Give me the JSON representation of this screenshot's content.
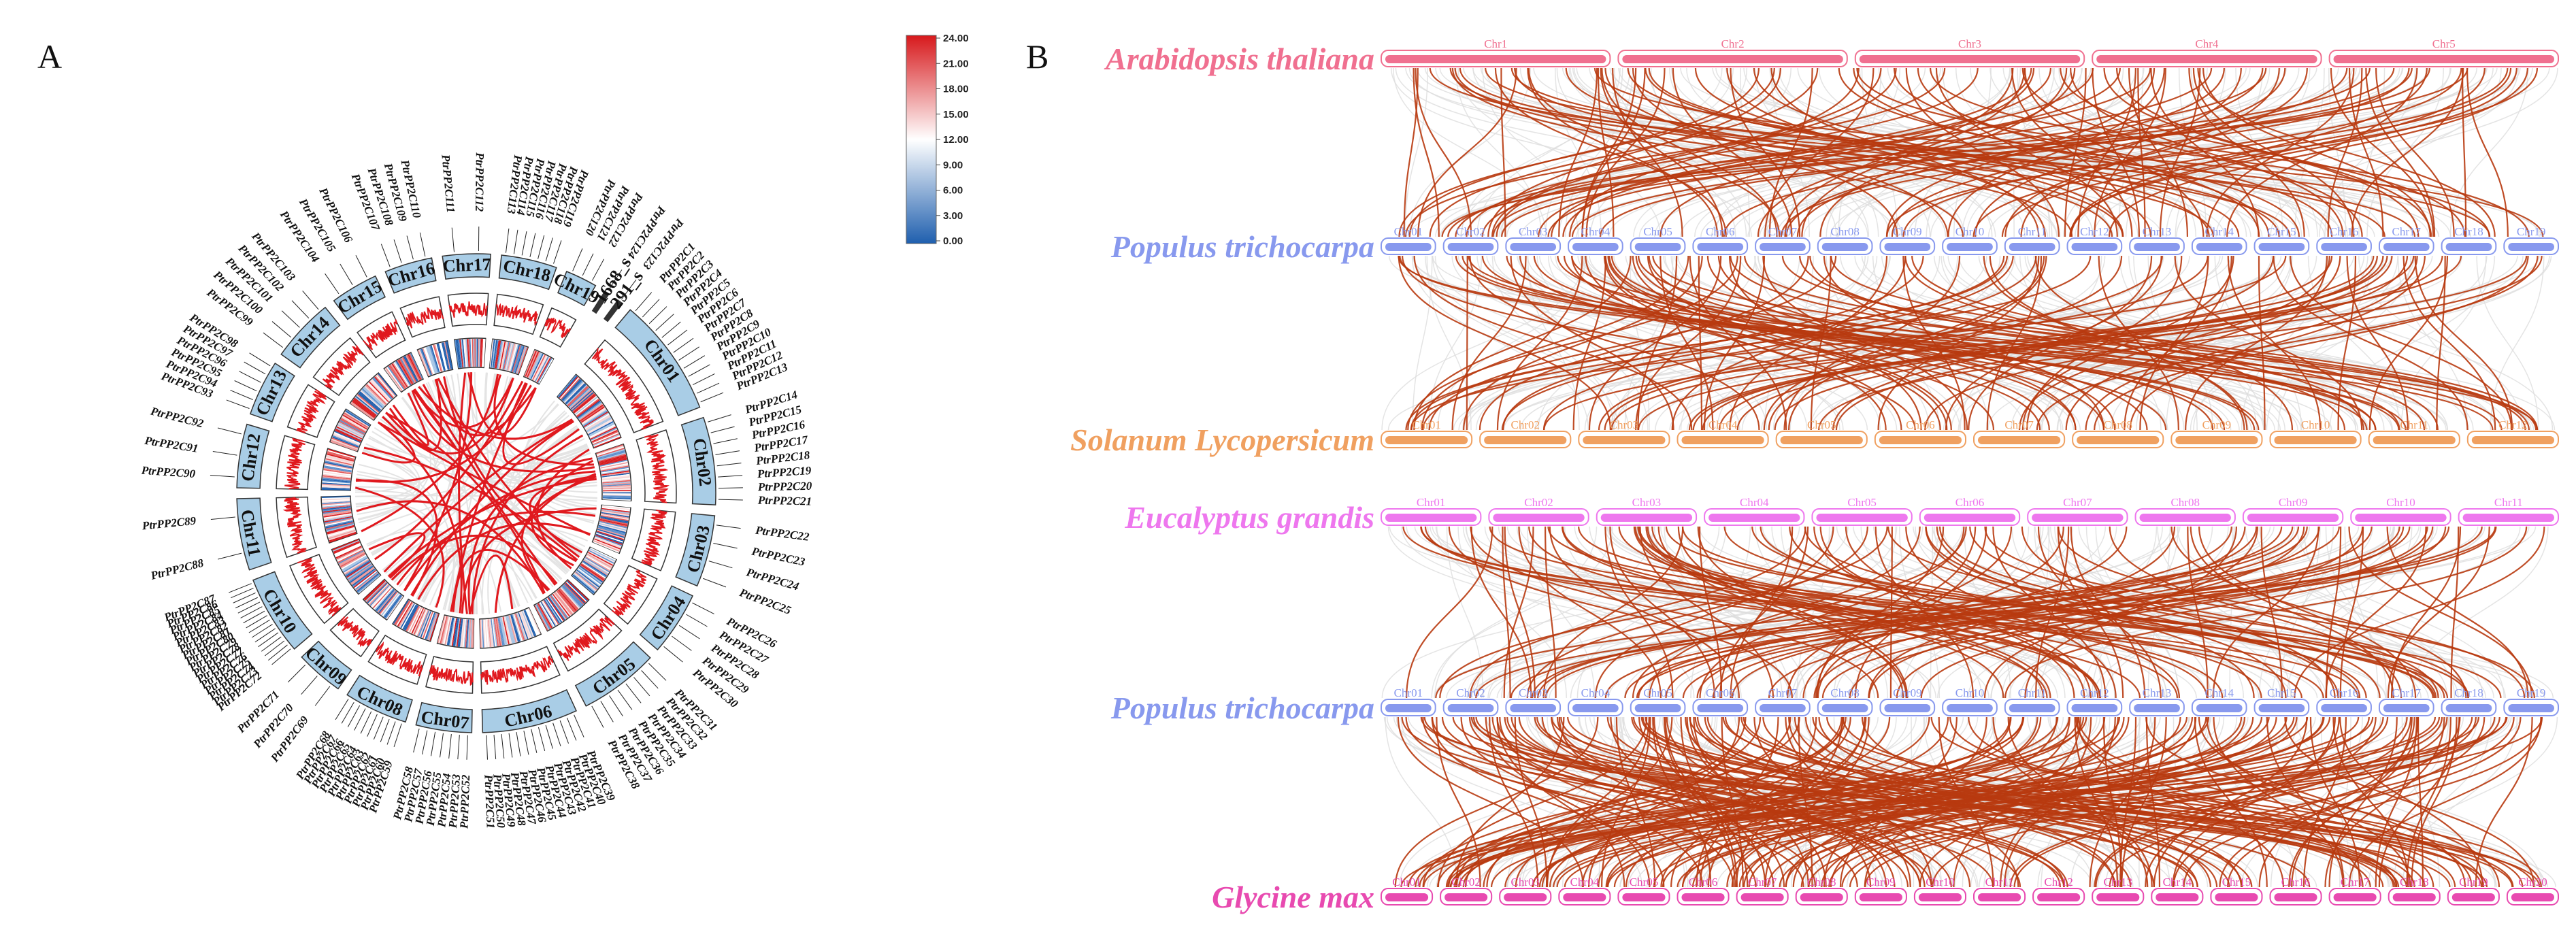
{
  "panel_a": {
    "letter": "A",
    "colorbar_ticks": [
      "24.00",
      "21.00",
      "18.00",
      "15.00",
      "12.00",
      "9.00",
      "6.00",
      "3.00",
      "0.00"
    ],
    "chromosomes": [
      {
        "name": "Chr01",
        "genes": [
          "PtrPP2C1",
          "PtrPP2C2",
          "PtrPP2C3",
          "PtrPP2C4",
          "PtrPP2C5",
          "PtrPP2C6",
          "PtrPP2C7",
          "PtrPP2C8",
          "PtrPP2C9",
          "PtrPP2C10",
          "PtrPP2C11",
          "PtrPP2C12",
          "PtrPP2C13"
        ]
      },
      {
        "name": "Chr02",
        "genes": [
          "PtrPP2C14",
          "PtrPP2C15",
          "PtrPP2C16",
          "PtrPP2C17",
          "PtrPP2C18",
          "PtrPP2C19",
          "PtrPP2C20",
          "PtrPP2C21"
        ]
      },
      {
        "name": "Chr03",
        "genes": [
          "PtrPP2C22",
          "PtrPP2C23",
          "PtrPP2C24",
          "PtrPP2C25"
        ]
      },
      {
        "name": "Chr04",
        "genes": [
          "PtrPP2C26",
          "PtrPP2C27",
          "PtrPP2C28",
          "PtrPP2C29",
          "PtrPP2C30"
        ]
      },
      {
        "name": "Chr05",
        "genes": [
          "PtrPP2C31",
          "PtrPP2C32",
          "PtrPP2C33",
          "PtrPP2C34",
          "PtrPP2C35",
          "PtrPP2C36",
          "PtrPP2C37",
          "PtrPP2C38"
        ]
      },
      {
        "name": "Chr06",
        "genes": [
          "PtrPP2C39",
          "PtrPP2C40",
          "PtrPP2C41",
          "PtrPP2C42",
          "PtrPP2C43",
          "PtrPP2C44",
          "PtrPP2C45",
          "PtrPP2C46",
          "PtrPP2C47",
          "PtrPP2C48",
          "PtrPP2C49",
          "PtrPP2C50",
          "PtrPP2C51"
        ]
      },
      {
        "name": "Chr07",
        "genes": [
          "PtrPP2C52",
          "PtrPP2C53",
          "PtrPP2C54",
          "PtrPP2C55",
          "PtrPP2C56",
          "PtrPP2C57",
          "PtrPP2C58"
        ]
      },
      {
        "name": "Chr08",
        "genes": [
          "PtrPP2C59",
          "PtrPP2C60",
          "PtrPP2C61",
          "PtrPP2C62",
          "PtrPP2C63",
          "PtrPP2C64",
          "PtrPP2C65",
          "PtrPP2C66",
          "PtrPP2C67",
          "PtrPP2C68"
        ]
      },
      {
        "name": "Chr09",
        "genes": [
          "PtrPP2C69",
          "PtrPP2C70",
          "PtrPP2C71"
        ]
      },
      {
        "name": "Chr10",
        "genes": [
          "PtrPP2C72",
          "PtrPP2C73",
          "PtrPP2C74",
          "PtrPP2C75",
          "PtrPP2C76",
          "PtrPP2C77",
          "PtrPP2C78",
          "PtrPP2C79",
          "PtrPP2C80",
          "PtrPP2C81",
          "PtrPP2C82",
          "PtrPP2C83",
          "PtrPP2C84",
          "PtrPP2C85",
          "PtrPP2C86",
          "PtrPP2C87"
        ]
      },
      {
        "name": "Chr11",
        "genes": [
          "PtrPP2C88",
          "PtrPP2C89"
        ]
      },
      {
        "name": "Chr12",
        "genes": [
          "PtrPP2C90",
          "PtrPP2C91",
          "PtrPP2C92"
        ]
      },
      {
        "name": "Chr13",
        "genes": [
          "PtrPP2C93",
          "PtrPP2C94",
          "PtrPP2C95",
          "PtrPP2C96",
          "PtrPP2C97",
          "PtrPP2C98"
        ]
      },
      {
        "name": "Chr14",
        "genes": [
          "PtrPP2C99",
          "PtrPP2C100",
          "PtrPP2C101",
          "PtrPP2C102",
          "PtrPP2C103"
        ]
      },
      {
        "name": "Chr15",
        "genes": [
          "PtrPP2C104",
          "PtrPP2C105",
          "PtrPP2C106"
        ]
      },
      {
        "name": "Chr16",
        "genes": [
          "PtrPP2C107",
          "PtrPP2C108",
          "PtrPP2C109",
          "PtrPP2C110"
        ]
      },
      {
        "name": "Chr17",
        "genes": [
          "PtrPP2C111",
          "PtrPP2C112"
        ]
      },
      {
        "name": "Chr18",
        "genes": [
          "PtrPP2C113",
          "PtrPP2C114",
          "PtrPP2C115",
          "PtrPP2C116",
          "PtrPP2C117",
          "PtrPP2C118",
          "PtrPP2C119"
        ]
      },
      {
        "name": "Chr19",
        "genes": [
          "PtrPP2C120",
          "PtrPP2C121",
          "PtrPP2C122"
        ]
      },
      {
        "name": "scaffold_1668",
        "genes": [
          "PtrPP2C124"
        ]
      },
      {
        "name": "scaffold_291",
        "genes": [
          "PtrPP2C123"
        ]
      }
    ],
    "scaffold_labels": [
      "1668_s",
      "291_s"
    ]
  },
  "panel_b": {
    "letter": "B",
    "top_block": [
      {
        "species": "Arabidopsis thaliana",
        "color": "#f07090",
        "chroms": [
          "Chr1",
          "Chr2",
          "Chr3",
          "Chr4",
          "Chr5"
        ]
      },
      {
        "species": "Populus trichocarpa",
        "color": "#8899ee",
        "chroms": [
          "Chr01",
          "Chr02",
          "Chr03",
          "Chr04",
          "Chr05",
          "Chr06",
          "Chr07",
          "Chr08",
          "Chr09",
          "Chr10",
          "Chr11",
          "Chr12",
          "Chr13",
          "Chr14",
          "Chr15",
          "Chr16",
          "Chr17",
          "Chr18",
          "Chr19"
        ]
      },
      {
        "species": "Solanum Lycopersicum",
        "color": "#f0a060",
        "chroms": [
          "Chr01",
          "Chr02",
          "Chr03",
          "Chr04",
          "Chr05",
          "Chr06",
          "Chr07",
          "Chr08",
          "Chr09",
          "Chr10",
          "Chr11",
          "Chr12"
        ]
      }
    ],
    "bottom_block": [
      {
        "species": "Eucalyptus grandis",
        "color": "#ee77ee",
        "chroms": [
          "Chr01",
          "Chr02",
          "Chr03",
          "Chr04",
          "Chr05",
          "Chr06",
          "Chr07",
          "Chr08",
          "Chr09",
          "Chr10",
          "Chr11"
        ]
      },
      {
        "species": "Populus trichocarpa",
        "color": "#8899ee",
        "chroms": [
          "Chr01",
          "Chr02",
          "Chr03",
          "Chr04",
          "Chr05",
          "Chr06",
          "Chr07",
          "Chr08",
          "Chr09",
          "Chr10",
          "Chr11",
          "Chr12",
          "Chr13",
          "Chr14",
          "Chr15",
          "Chr16",
          "Chr17",
          "Chr18",
          "Chr19"
        ]
      },
      {
        "species": "Glycine max",
        "color": "#e84ab0",
        "chroms": [
          "Chr01",
          "Chr02",
          "Chr03",
          "Chr04",
          "Chr05",
          "Chr06",
          "Chr07",
          "Chr08",
          "Chr09",
          "Chr10",
          "Chr11",
          "Chr12",
          "Chr13",
          "Chr14",
          "Chr15",
          "Chr16",
          "Chr17",
          "Chr18",
          "Chr19",
          "Chr20"
        ]
      }
    ],
    "link_color": "#b83a10",
    "bg_link_color": "#dddddd"
  }
}
